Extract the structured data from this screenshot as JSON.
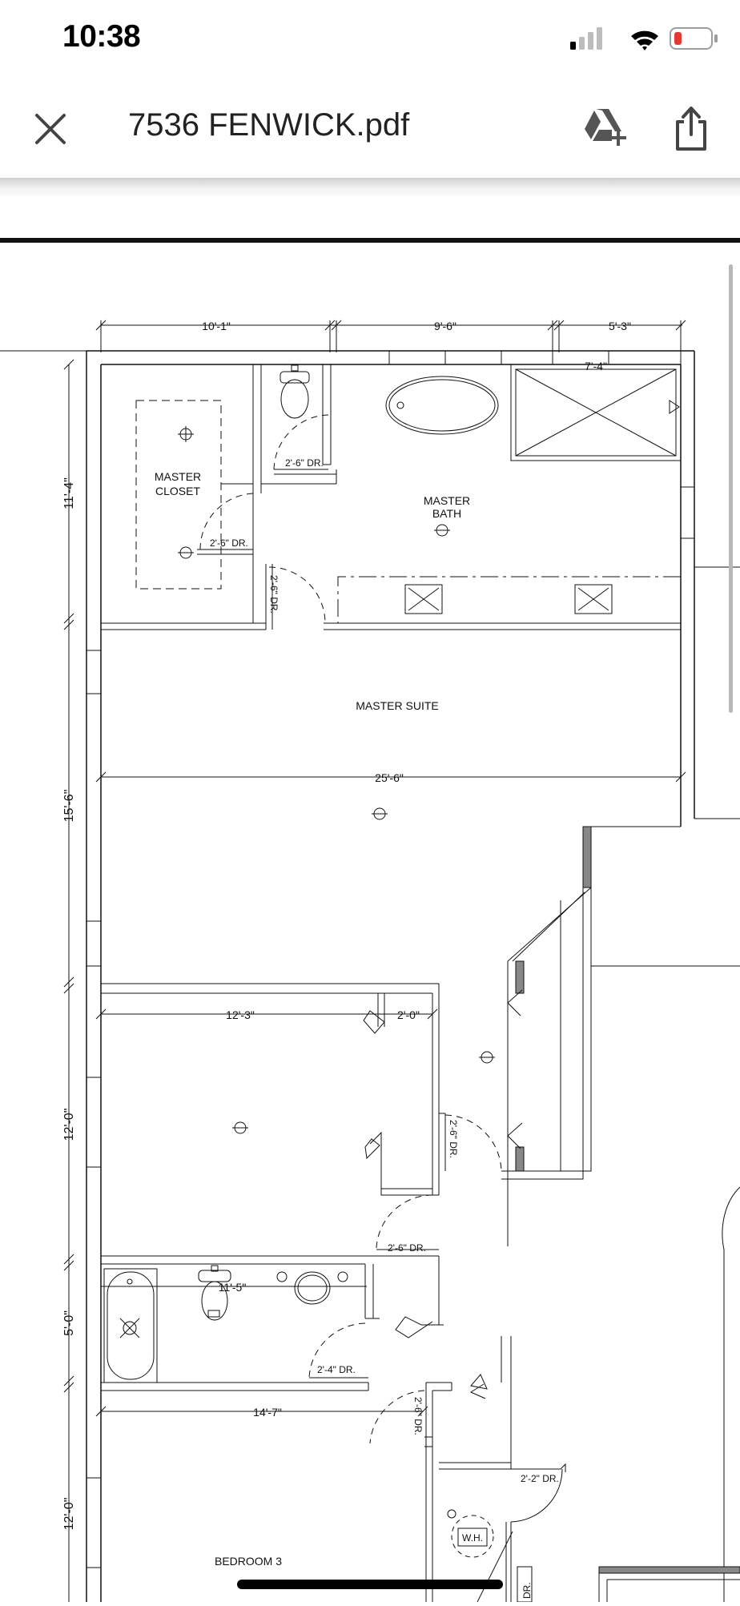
{
  "status_bar": {
    "time": "10:38"
  },
  "toolbar": {
    "title": "7536 FENWICK.pdf"
  },
  "icons": {
    "close": "close-icon",
    "drive": "add-to-drive-icon",
    "share": "share-icon",
    "signal": "cellular-signal-icon",
    "wifi": "wifi-icon",
    "battery": "battery-low-icon"
  },
  "colors": {
    "battery_low": "#e53935"
  },
  "floor_plan": {
    "rooms": {
      "master_closet_line1": "MASTER",
      "master_closet_line2": "CLOSET",
      "master_bath_line1": "MASTER",
      "master_bath_line2": "BATH",
      "master_suite": "MASTER SUITE",
      "bedroom_3": "BEDROOM 3",
      "water_heater": "W.H."
    },
    "dimensions": {
      "top_left": "10'-1\"",
      "top_middle": "9'-6\"",
      "top_right": "5'-3\"",
      "shower": "7'-4\"",
      "left_1": "11'-4\"",
      "left_2": "15'-6\"",
      "left_3": "12'-0\"",
      "left_4": "5'-0\"",
      "left_5": "12'-0\"",
      "suite_width": "25'-6\"",
      "bedroom_width": "12'-3\"",
      "closet_width": "2'-0\"",
      "bath_width": "11'-5\"",
      "bedroom3_width": "14'-7\""
    },
    "doors": {
      "wc": "2'-6\" DR.",
      "closet": "2'-6\" DR.",
      "bath_entry": "2'-6\" DR.",
      "bedroom2": "2'-6\" DR.",
      "hall": "2'-6\" DR.",
      "bath2": "2'-4\" DR.",
      "bedroom3": "2'-6\" DR.",
      "utility": "2'-2\" DR.",
      "bottom_right": "DR."
    }
  }
}
